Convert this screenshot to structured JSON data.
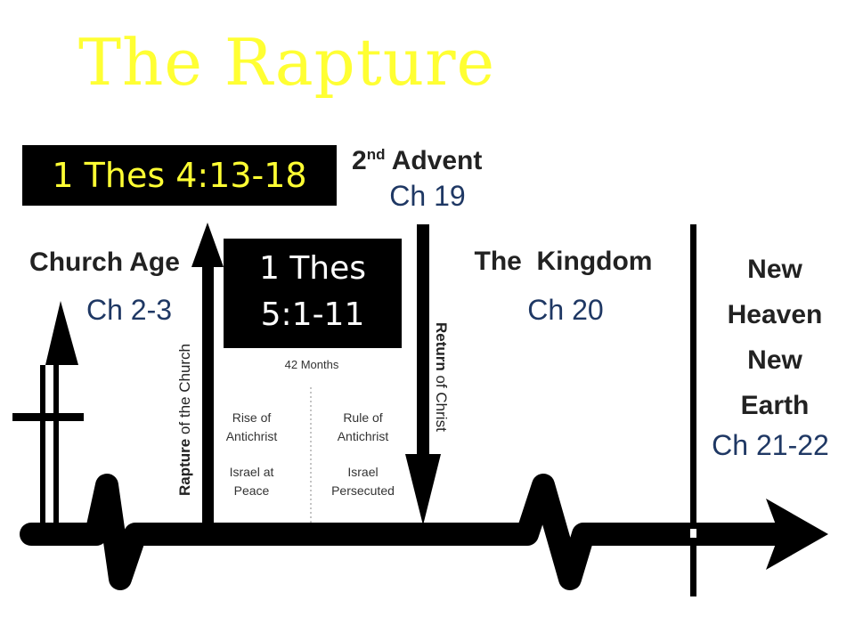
{
  "title": "The Rapture",
  "refs": {
    "first": "1 Thes 4:13-18",
    "second_line1": "1 Thes",
    "second_line2": "5:1-11"
  },
  "church_age": {
    "label": "Church Age",
    "chapter": "Ch 2-3"
  },
  "second_advent": {
    "label_num": "2",
    "label_sup": "nd",
    "label_rest": " Advent",
    "chapter": "Ch 19"
  },
  "kingdom": {
    "label": "The  Kingdom",
    "chapter": "Ch 20"
  },
  "new_heaven": {
    "line1": "New",
    "line2": "Heaven",
    "line3": "New",
    "line4": "Earth",
    "chapter": "Ch 21-22"
  },
  "rapture_arrow": {
    "bold": "Rapture",
    "rest": " of the Church"
  },
  "return_arrow": {
    "bold": "Return",
    "rest": " of Christ"
  },
  "tribulation": {
    "duration": "42 Months",
    "left_1": "Rise of",
    "left_2": "Antichrist",
    "left_3": "Israel at",
    "left_4": "Peace",
    "right_1": "Rule of",
    "right_2": "Antichrist",
    "right_3": "Israel",
    "right_4": "Persecuted"
  }
}
